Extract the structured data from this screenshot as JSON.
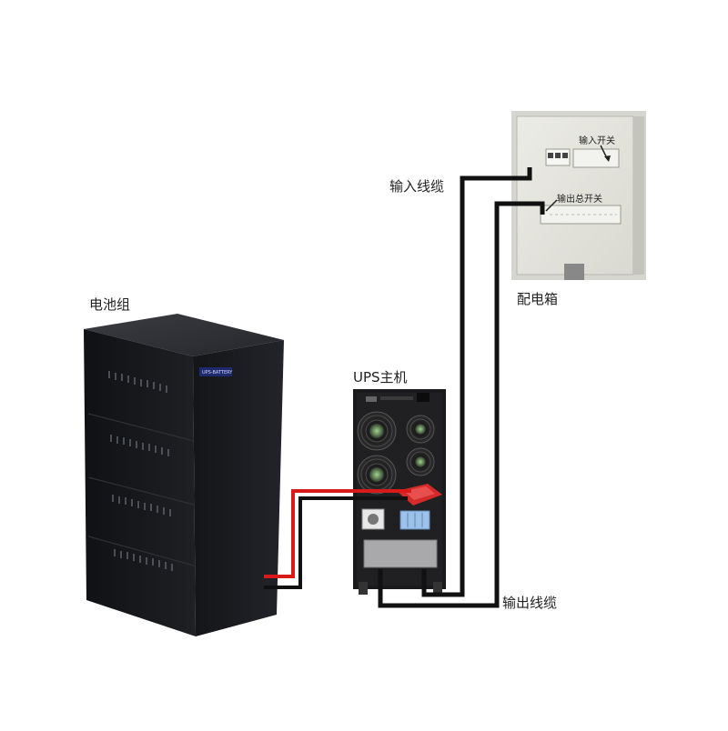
{
  "labels": {
    "battery_pack": "电池组",
    "ups_host": "UPS主机",
    "input_cable": "输入线缆",
    "output_cable": "输出线缆",
    "distribution_box": "配电箱",
    "input_switch": "输入开关",
    "output_main_switch": "输出总开关",
    "battery_brand": "UPS-BATTERY"
  },
  "colors": {
    "positive_wire": "#d81a1a",
    "negative_wire": "#111111",
    "cable": "#111111",
    "battery_cabinet": "#1c1d20",
    "ups_cabinet": "#1a1a1c",
    "distribution_box_panel": "#e7e7df",
    "breaker_red": "#d42a2a"
  },
  "icons": [
    "fan-icon",
    "arrow-icon"
  ]
}
